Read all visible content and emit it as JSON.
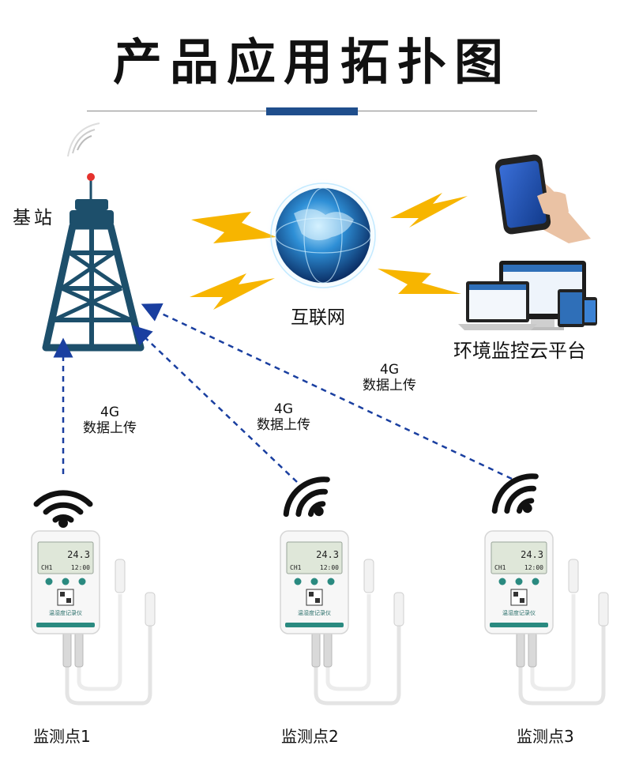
{
  "title": "产品应用拓扑图",
  "nodes": {
    "base_station": "基站",
    "internet": "互联网",
    "cloud_platform": "环境监控云平台"
  },
  "links": {
    "left": {
      "network": "4G",
      "action": "数据上传"
    },
    "middle": {
      "network": "4G",
      "action": "数据上传"
    },
    "right": {
      "network": "4G",
      "action": "数据上传"
    }
  },
  "monitor_points": [
    {
      "label": "监测点1",
      "screen_value": "24.3",
      "screen_channel": "CH1",
      "screen_time": "12:00",
      "device_name": "温湿度记录仪"
    },
    {
      "label": "监测点2",
      "screen_value": "24.3",
      "screen_channel": "CH1",
      "screen_time": "12:00",
      "device_name": "温湿度记录仪"
    },
    {
      "label": "监测点3",
      "screen_value": "24.3",
      "screen_channel": "CH1",
      "screen_time": "12:00",
      "device_name": "温湿度记录仪"
    }
  ],
  "colors": {
    "accent": "#1f4e8c",
    "tower": "#1d4f6b",
    "arrow": "#1a3fa0",
    "lightning": "#f7b500",
    "device_band": "#2a8a80"
  }
}
